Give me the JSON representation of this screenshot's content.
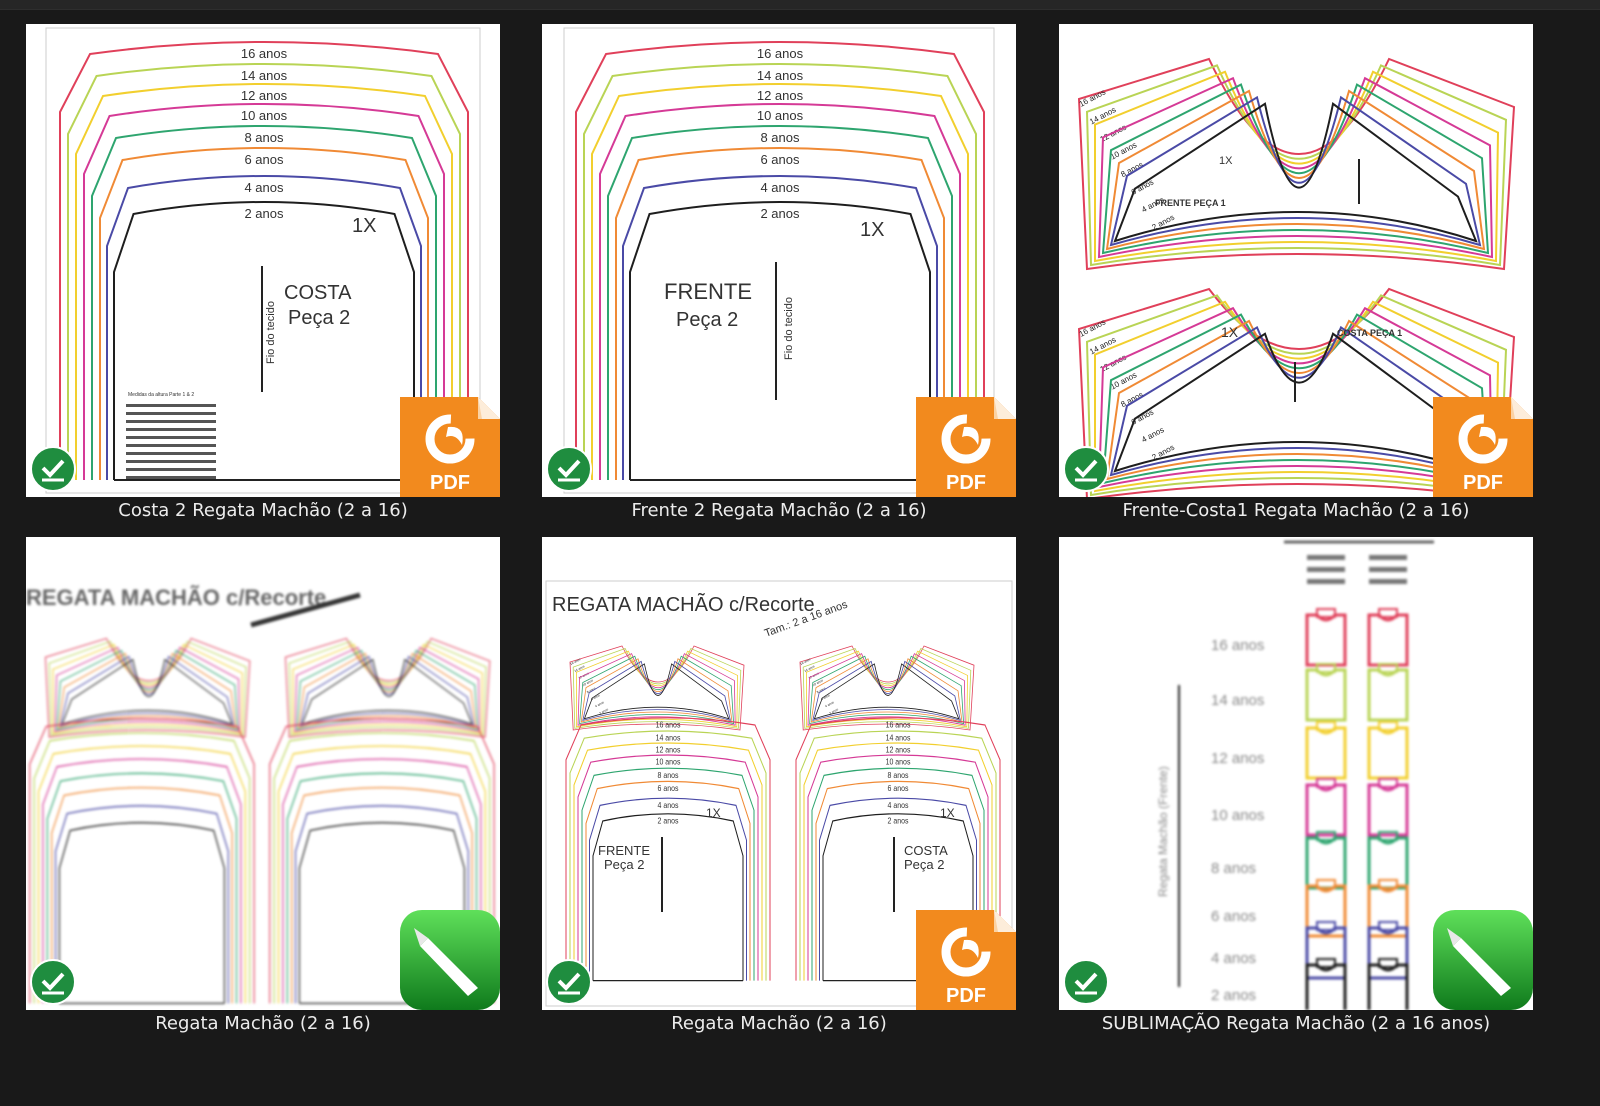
{
  "size_labels": [
    "16 anos",
    "14 anos",
    "12 anos",
    "10 anos",
    "8 anos",
    "6 anos",
    "4 anos",
    "2 anos"
  ],
  "size_colors": [
    "#e0405a",
    "#b9d455",
    "#f2cf2e",
    "#d53a96",
    "#2ea56f",
    "#f08a35",
    "#4a4aa6",
    "#1e1e1e"
  ],
  "colors": {
    "pdf_orange": "#f28a1e",
    "check_green": "#1f8d3f",
    "pencil_green": "#1f9a2a"
  },
  "files": [
    {
      "name": "Costa 2 Regata Machão (2 a 16)",
      "type": "pdf",
      "status": "synced",
      "piece_title": "COSTA",
      "piece_sub": "Peça 2",
      "grain": "Fio do tecido",
      "copies": "1X",
      "table_title": "Medidas da altura Parte 1 & 2"
    },
    {
      "name": "Frente 2 Regata Machão (2 a 16)",
      "type": "pdf",
      "status": "synced",
      "piece_title": "FRENTE",
      "piece_sub": "Peça 2",
      "grain": "Fio do tecido",
      "copies": "1X"
    },
    {
      "name": "Frente-Costa1 Regata Machão (2 a 16)",
      "type": "pdf",
      "status": "synced",
      "piece_front": "FRENTE PEÇA 1",
      "piece_back": "COSTA PEÇA 1",
      "copies": "1X"
    },
    {
      "name": "Regata Machão (2 a 16)",
      "type": "drawing",
      "status": "synced",
      "title": "REGATA MACHÃO c/Recorte"
    },
    {
      "name": "Regata Machão (2 a 16)",
      "type": "pdf",
      "status": "synced",
      "title": "REGATA MACHÃO c/Recorte",
      "sizes": "Tam.: 2 a 16 anos",
      "front": "FRENTE",
      "back": "COSTA",
      "piece_sub": "Peça 2",
      "copies": "1X"
    },
    {
      "name": "SUBLIMAÇÃO Regata Machão (2 a 16 anos)",
      "type": "drawing",
      "status": "synced",
      "side_label": "Regata Machão (Frente)"
    }
  ],
  "badges": {
    "pdf_text": "PDF"
  }
}
